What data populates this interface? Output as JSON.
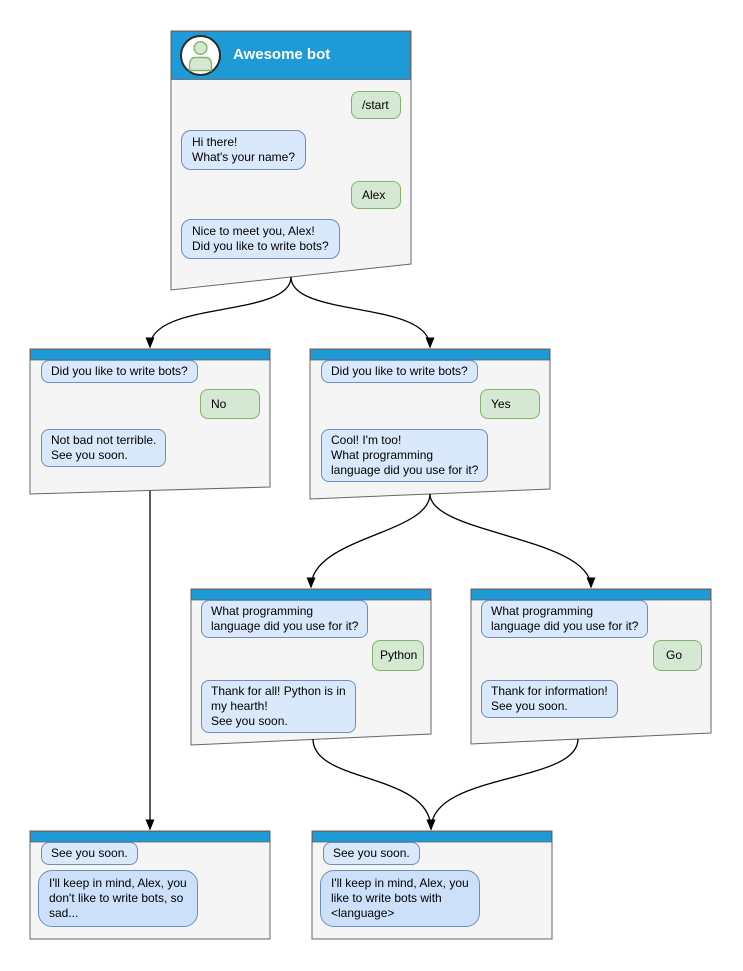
{
  "colors": {
    "header_blue": "#1E9BD7",
    "window_fill": "#F5F5F5",
    "window_stroke": "#666666",
    "bot_bubble_fill": "#DAE8FC",
    "bot_bubble_stroke": "#6C8EBF",
    "user_bubble_fill": "#D5E8D4",
    "user_bubble_stroke": "#82B366",
    "end_bubble_fill": "#CCE1F9",
    "arrow_color": "#000000",
    "title_color": "#FFFFFF",
    "avatar_fill": "#FFFFFF",
    "avatar_stroke": "#2B2B2B",
    "user_icon_fill": "#D5E8D4",
    "user_icon_stroke": "#82B366"
  },
  "windows": [
    {
      "name": "start",
      "title": "Awesome bot",
      "messages": [
        {
          "from": "user",
          "text": "/start"
        },
        {
          "from": "bot",
          "text": "Hi there!\nWhat's your name?"
        },
        {
          "from": "user",
          "text": "Alex"
        },
        {
          "from": "bot",
          "text": "Nice to meet you, Alex!\nDid you like to write bots?"
        }
      ]
    },
    {
      "name": "branch-no",
      "messages": [
        {
          "from": "bot",
          "text": "Did you like to write bots?"
        },
        {
          "from": "user",
          "text": "No"
        },
        {
          "from": "bot",
          "text": "Not bad not terrible.\nSee you soon."
        }
      ]
    },
    {
      "name": "branch-yes",
      "messages": [
        {
          "from": "bot",
          "text": "Did you like to write bots?"
        },
        {
          "from": "user",
          "text": "Yes"
        },
        {
          "from": "bot",
          "text": "Cool! I'm too!\nWhat programming\nlanguage did you use for it?"
        }
      ]
    },
    {
      "name": "branch-python",
      "messages": [
        {
          "from": "bot",
          "text": "What programming\nlanguage did you use for it?"
        },
        {
          "from": "user",
          "text": "Python"
        },
        {
          "from": "bot",
          "text": "Thank for all! Python is in\nmy hearth!\nSee you soon."
        }
      ]
    },
    {
      "name": "branch-go",
      "messages": [
        {
          "from": "bot",
          "text": "What programming\nlanguage did you use for it?"
        },
        {
          "from": "user",
          "text": "Go"
        },
        {
          "from": "bot",
          "text": "Thank for information!\nSee you soon."
        }
      ]
    },
    {
      "name": "end-no",
      "messages": [
        {
          "from": "bot",
          "text": "See you soon."
        },
        {
          "from": "bot",
          "text": "I'll keep in mind, Alex, you\ndon't like to write bots, so\nsad..."
        }
      ]
    },
    {
      "name": "end-yes",
      "messages": [
        {
          "from": "bot",
          "text": "See you soon."
        },
        {
          "from": "bot",
          "text": "I'll keep in mind, Alex, you\nlike to write bots with\n<language>"
        }
      ]
    }
  ]
}
